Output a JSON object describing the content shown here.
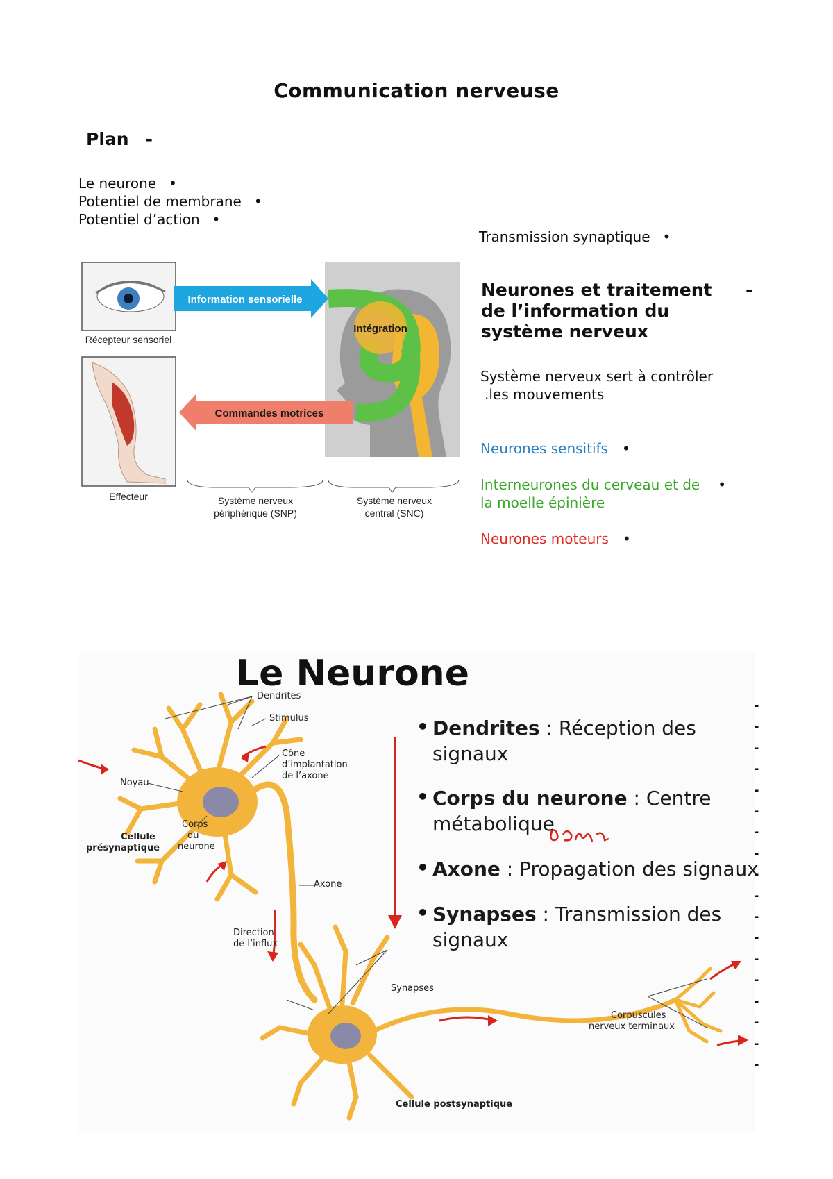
{
  "title": "Communication nerveuse",
  "plan": {
    "label": "Plan",
    "dash": "-"
  },
  "plan_items": [
    "Le neurone",
    "Potentiel de membrane",
    "Potentiel d’action",
    "Transmission synaptique"
  ],
  "bullet": "•",
  "section": {
    "heading": "Neurones et traitement de l’information du système nerveux",
    "dash": "-",
    "intro_line1": "Système nerveux sert à contrôler",
    "intro_line2": ".les mouvements",
    "types": [
      {
        "line1": "Neurones sensitifs",
        "line2": "",
        "color": "#2a7fc1"
      },
      {
        "line1": "Interneurones du cerveau et de",
        "line2": "la moelle épinière",
        "color": "#3aa829"
      },
      {
        "line1": "Neurones moteurs",
        "line2": "",
        "color": "#e02a20"
      }
    ]
  },
  "figure1": {
    "info_sensorielle": "Information sensorielle",
    "integration": "Intégration",
    "commandes_motrices": "Commandes motrices",
    "recepteur": "Récepteur sensoriel",
    "effecteur": "Effecteur",
    "snp_line1": "Système nerveux",
    "snp_line2": "périphérique (SNP)",
    "snc_line1": "Système nerveux",
    "snc_line2": "central (SNC)",
    "colors": {
      "blue": "#1ea6e0",
      "green": "#5cc146",
      "salmon": "#ef7e6a",
      "yellow": "#f2b633",
      "gray": "#c9c9c9"
    }
  },
  "figure2": {
    "title": "Le Neurone",
    "items": [
      {
        "term": "Dendrites",
        "desc_line1": " : Réception des",
        "desc_line2": "signaux"
      },
      {
        "term": "Corps du neurone",
        "desc_line1": " : Centre",
        "desc_line2": "métabolique"
      },
      {
        "term": "Axone",
        "desc_line1": " : Propagation des signaux",
        "desc_line2": ""
      },
      {
        "term": "Synapses",
        "desc_line1": " : Transmission des",
        "desc_line2": "signaux"
      }
    ],
    "labels": {
      "dendrites": "Dendrites",
      "stimulus": "Stimulus",
      "noyau": "Noyau",
      "cone1": "Cône",
      "cone2": "d’implantation",
      "cone3": "de l’axone",
      "corps1": "Corps",
      "corps2": "du",
      "corps3": "neurone",
      "pre1": "Cellule",
      "pre2": "présynaptique",
      "axone": "Axone",
      "dir1": "Direction",
      "dir2": "de l’influx",
      "synapses": "Synapses",
      "corpus1": "Corpuscules",
      "corpus2": "nerveux terminaux",
      "post": "Cellule postsynaptique"
    },
    "dash_char": "-",
    "colors": {
      "neuron": "#f2b43a",
      "arrow": "#d7261e"
    }
  }
}
